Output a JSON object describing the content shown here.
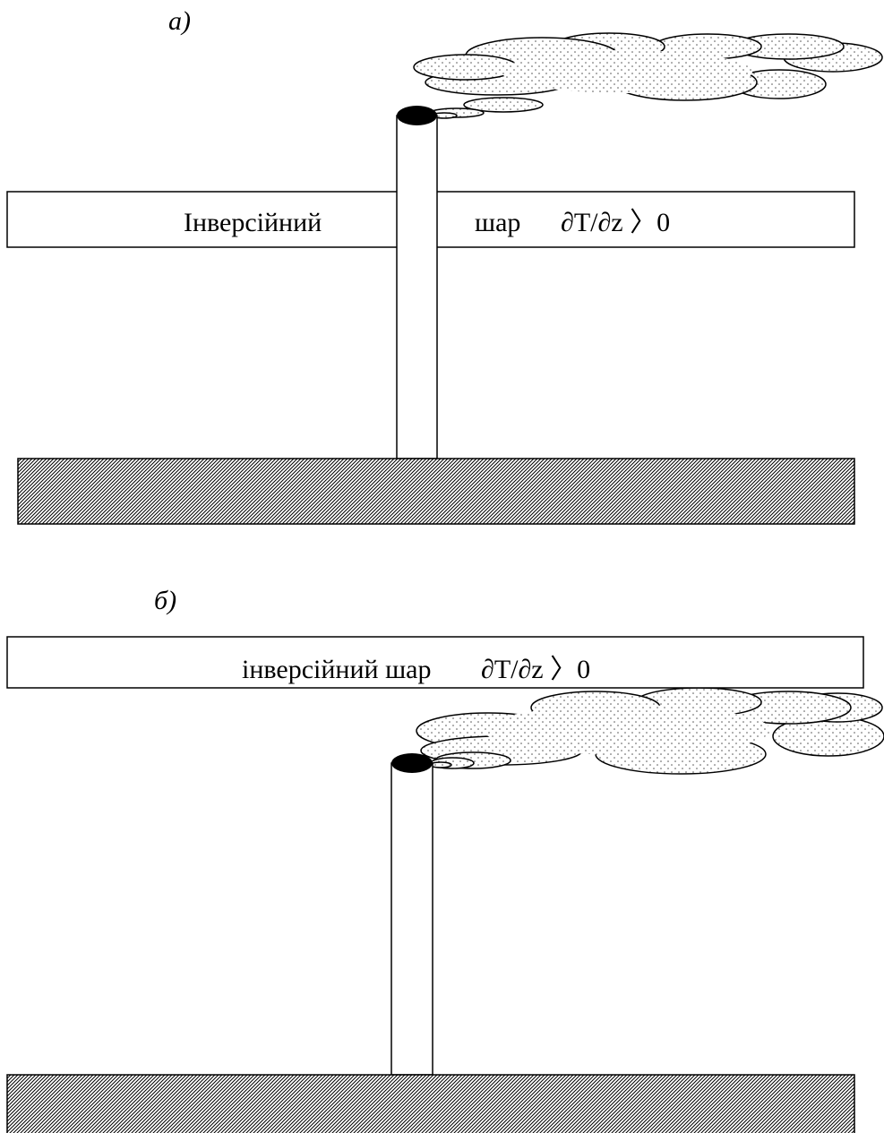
{
  "panels": [
    {
      "label": "а)",
      "layer_word_1": "Інверсійний",
      "layer_word_2": "шар",
      "formula": "∂T/∂z 〉0"
    },
    {
      "label": "б)",
      "layer_text": "інверсійний  шар",
      "formula": "∂T/∂z 〉0"
    }
  ]
}
